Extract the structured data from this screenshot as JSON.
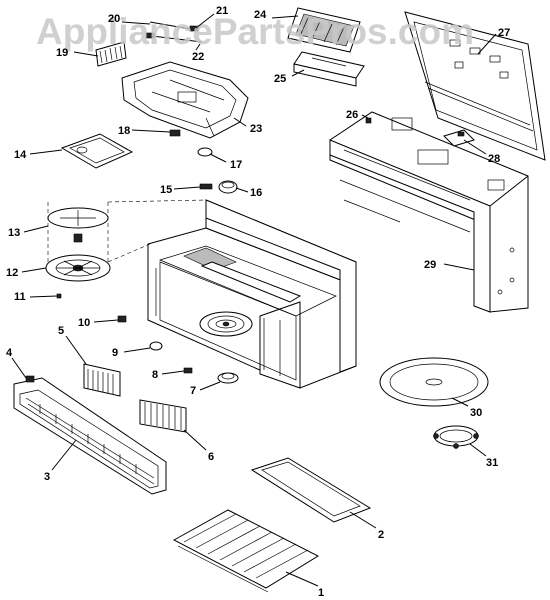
{
  "watermark": "AppliancePartsPros.com",
  "callouts": [
    {
      "id": "c1",
      "label": "1"
    },
    {
      "id": "c2",
      "label": "2"
    },
    {
      "id": "c3",
      "label": "3"
    },
    {
      "id": "c4",
      "label": "4"
    },
    {
      "id": "c5",
      "label": "5"
    },
    {
      "id": "c6",
      "label": "6"
    },
    {
      "id": "c7",
      "label": "7"
    },
    {
      "id": "c8",
      "label": "8"
    },
    {
      "id": "c9",
      "label": "9"
    },
    {
      "id": "c10",
      "label": "10"
    },
    {
      "id": "c11",
      "label": "11"
    },
    {
      "id": "c12",
      "label": "12"
    },
    {
      "id": "c13",
      "label": "13"
    },
    {
      "id": "c14",
      "label": "14"
    },
    {
      "id": "c15",
      "label": "15"
    },
    {
      "id": "c16",
      "label": "16"
    },
    {
      "id": "c17",
      "label": "17"
    },
    {
      "id": "c18",
      "label": "18"
    },
    {
      "id": "c19",
      "label": "19"
    },
    {
      "id": "c20",
      "label": "20"
    },
    {
      "id": "c21",
      "label": "21"
    },
    {
      "id": "c22",
      "label": "22"
    },
    {
      "id": "c23",
      "label": "23"
    },
    {
      "id": "c24",
      "label": "24"
    },
    {
      "id": "c25",
      "label": "25"
    },
    {
      "id": "c26",
      "label": "26"
    },
    {
      "id": "c27",
      "label": "27"
    },
    {
      "id": "c28",
      "label": "28"
    },
    {
      "id": "c29",
      "label": "29"
    },
    {
      "id": "c30",
      "label": "30"
    },
    {
      "id": "c31",
      "label": "31"
    }
  ]
}
